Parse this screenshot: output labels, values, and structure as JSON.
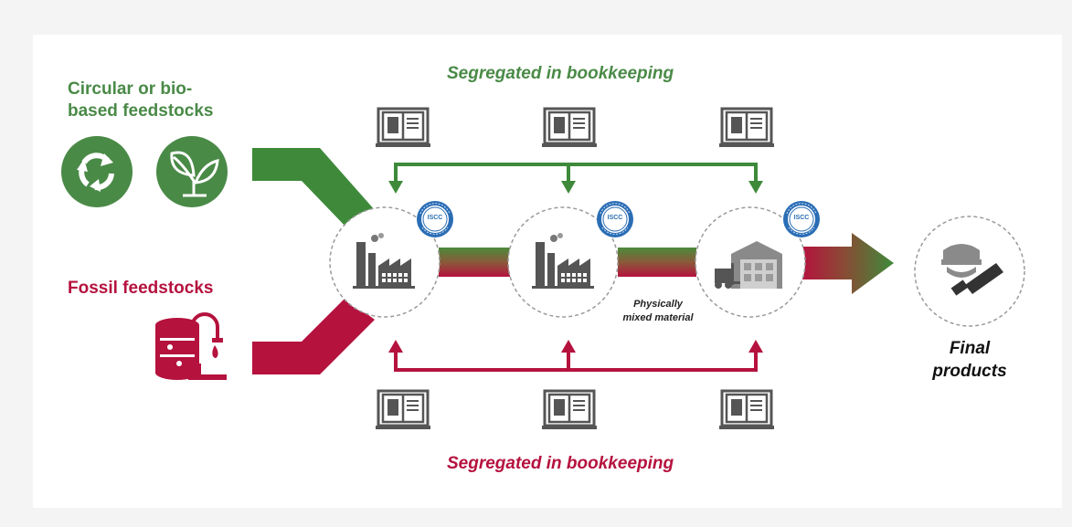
{
  "colors": {
    "green": "#4a8a47",
    "green_arrow": "#3e8a3a",
    "red": "#b5123e",
    "gray_icon": "#555555",
    "badge_blue": "#2a6db5"
  },
  "feedstocks": {
    "circular_line1": "Circular or bio-",
    "circular_line2": "based feedstocks",
    "fossil": "Fossil feedstocks",
    "icons": [
      "recycle-icon",
      "leaves-icon",
      "oil-tank-icon"
    ]
  },
  "bookkeeping": {
    "top_label": "Segregated in bookkeeping",
    "bottom_label": "Segregated in bookkeeping",
    "book_icon": "book-icon"
  },
  "stages": [
    {
      "icon": "factory-icon",
      "badge": "ISCC"
    },
    {
      "icon": "factory-icon",
      "badge": "ISCC"
    },
    {
      "icon": "warehouse-forklift-icon",
      "badge": "ISCC"
    }
  ],
  "badge_ring_text": "International Sustainability & Carbon Certification · ISCC PLUS",
  "mixed_label": {
    "line1": "Physically",
    "line2": "mixed material"
  },
  "final": {
    "line1": "Final",
    "line2": "products",
    "icon": "cosmetics-icon"
  }
}
